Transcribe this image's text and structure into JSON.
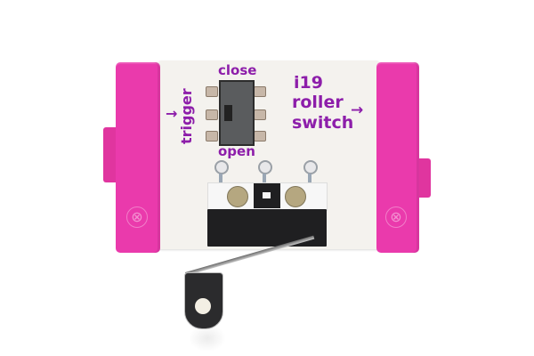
{
  "product": {
    "id_label": "i19",
    "name_line1": "roller",
    "name_line2": "switch",
    "output_arrow": "→"
  },
  "slide_switch": {
    "top_label": "close",
    "bottom_label": "open",
    "side_label": "trigger",
    "input_arrow": "→"
  },
  "connectors": {
    "left_mark": "⊗",
    "right_mark": "⊗"
  },
  "colors": {
    "magnet_pink": "#ea3aac",
    "label_purple": "#8d1eaa",
    "board_white": "#f4f2ee",
    "switch_black": "#1f1f21"
  }
}
